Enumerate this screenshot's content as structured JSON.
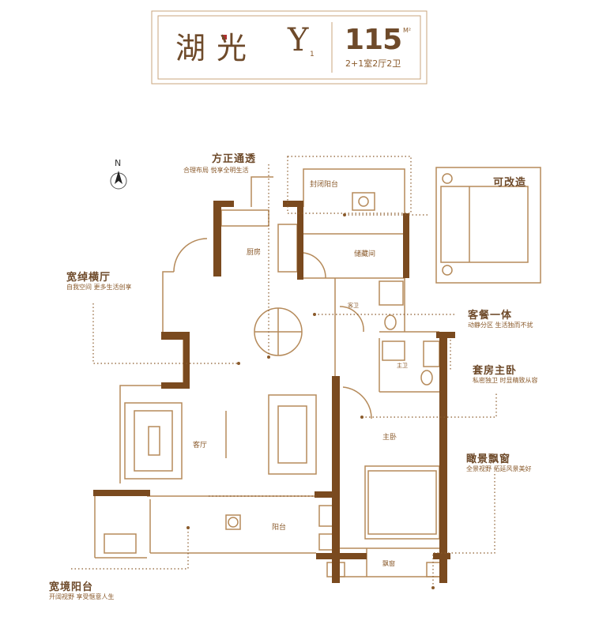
{
  "header": {
    "name": "湖光",
    "model": "Y",
    "model_sub": "1",
    "area": "115",
    "area_unit": "M²",
    "layout": "2+1室2厅2卫"
  },
  "compass": {
    "label": "N"
  },
  "callouts": [
    {
      "key": "fangzheng",
      "title": "方正通透",
      "desc": "合理布局 悦享全明生活"
    },
    {
      "key": "hengting",
      "title": "宽绰横厅",
      "desc": "自我空间 更多生活创享"
    },
    {
      "key": "kegai",
      "title": "可改造",
      "desc": ""
    },
    {
      "key": "kecan",
      "title": "客餐一体",
      "desc": "动静分区 生活独而不扰"
    },
    {
      "key": "zhuwo",
      "title": "套房主卧",
      "desc": "私密独卫 时显精致从容"
    },
    {
      "key": "piaochuang",
      "title": "瞰景飘窗",
      "desc": "全景视野 拓延风景美好"
    },
    {
      "key": "yangtai",
      "title": "宽境阳台",
      "desc": "开阔视野 享受惬意人生"
    }
  ],
  "rooms": {
    "fengbi": "封闭阳台",
    "chufang": "厨房",
    "chucang": "储藏间",
    "kewei": "客卫",
    "zhuwei": "主卫",
    "keting": "客厅",
    "zhuwo": "主卧",
    "yangtai": "阳台",
    "piaochuang": "飘窗"
  },
  "colors": {
    "wall": "#7a4a1f",
    "line": "#b58a5a",
    "text": "#8a5a2b"
  }
}
